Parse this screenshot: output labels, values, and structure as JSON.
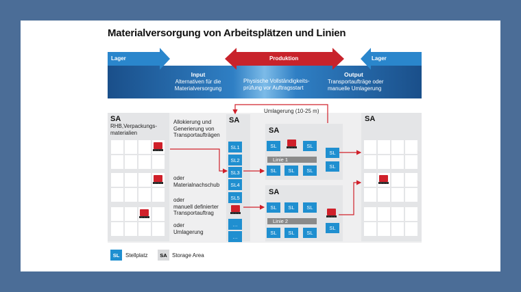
{
  "title": "Materialversorgung von Arbeitsplätzen und Linien",
  "header": {
    "lager_left": "Lager",
    "produktion": "Produktion",
    "lager_right": "Lager",
    "input_title": "Input",
    "input_text1": "Alternativen für die",
    "input_text2": "Materialversorgung",
    "middle_text1": "Physische Vollständigkeits-",
    "middle_text2": "prüfung vor Auftragsstart",
    "output_title": "Output",
    "output_text1": "Transportaufträge oder",
    "output_text2": "manuelle Umlagerung"
  },
  "diagram": {
    "sa_label": "SA",
    "left_sub1": "RHB,Verpackungs-",
    "left_sub2": "materialien",
    "alloc1": "Allokierung und",
    "alloc2": "Generierung von",
    "alloc3": "Transportaufträgen",
    "oder1": "oder",
    "nachschub": "Materialnachschub",
    "oder2": "oder",
    "manuell1": "manuell definierter",
    "manuell2": "Transportauftrag",
    "oder3": "oder",
    "umlagerung": "Umlagerung",
    "umlagerung_top": "Umlagerung (10-25 m)",
    "column_slots": [
      "SL1",
      "SL2",
      "SL3",
      "SL4",
      "SL5",
      "…",
      "…"
    ],
    "sl": "SL",
    "linie1": "Linie 1",
    "linie2": "Linie 2"
  },
  "legend": {
    "sl_badge": "SL",
    "sl_label": "Stellplatz",
    "sa_badge": "SA",
    "sa_label": "Storage Area"
  },
  "colors": {
    "accent_red": "#d0202a",
    "accent_blue": "#1f8fd0",
    "background": "#4b6d97"
  }
}
